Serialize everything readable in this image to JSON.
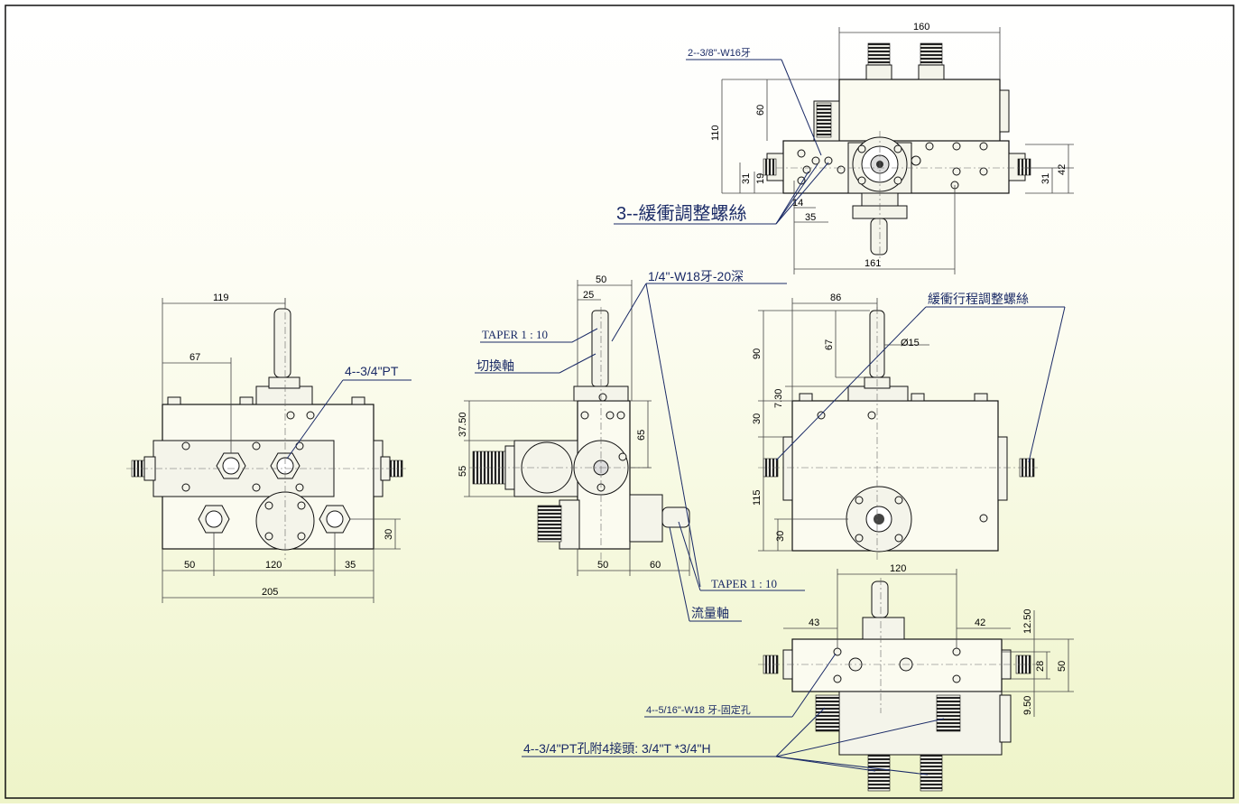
{
  "colors": {
    "background_top": "#ffffff",
    "background_bottom": "#eef4c8",
    "frame": "#111111",
    "leader": "#1a2a66"
  },
  "labels": {
    "top_thread": "2--3/8\"-W16牙",
    "cushion_screws": "3--緩衝調整螺絲",
    "switch_thread": "1/4\"-W18牙-20深",
    "taper_upper": "TAPER 1 : 10",
    "switch_shaft": "切換軸",
    "taper_lower": "TAPER 1 : 10",
    "flow_shaft": "流量軸",
    "pt_ports": "4--3/4\"PT",
    "stroke_screws": "緩衝行程調整螺絲",
    "mount_holes": "4--5/16\"-W18 牙-固定孔",
    "fittings": "4--3/4\"PT孔附4接頭: 3/4\"T *3/4\"H"
  },
  "dims": {
    "top_160": "160",
    "top_60": "60",
    "top_110": "110",
    "top_31a": "31",
    "top_19": "19",
    "top_14": "14",
    "top_35": "35",
    "top_161": "161",
    "top_31b": "31",
    "top_42": "42",
    "front_119": "119",
    "front_67": "67",
    "front_50": "50",
    "front_120": "120",
    "front_35": "35",
    "front_205": "205",
    "front_30": "30",
    "side_50": "50",
    "side_25": "25",
    "side_3750": "37.50",
    "side_65": "65",
    "side_55": "55",
    "side_50b": "50",
    "side_60": "60",
    "right_86": "86",
    "right_phi15": "Ø15",
    "right_90": "90",
    "right_67": "67",
    "right_730": "7.30",
    "right_30a": "30",
    "right_115": "115",
    "right_30b": "30",
    "bot_120": "120",
    "bot_43": "43",
    "bot_42": "42",
    "bot_1250": "12.50",
    "bot_28": "28",
    "bot_50": "50",
    "bot_950": "9.50"
  }
}
